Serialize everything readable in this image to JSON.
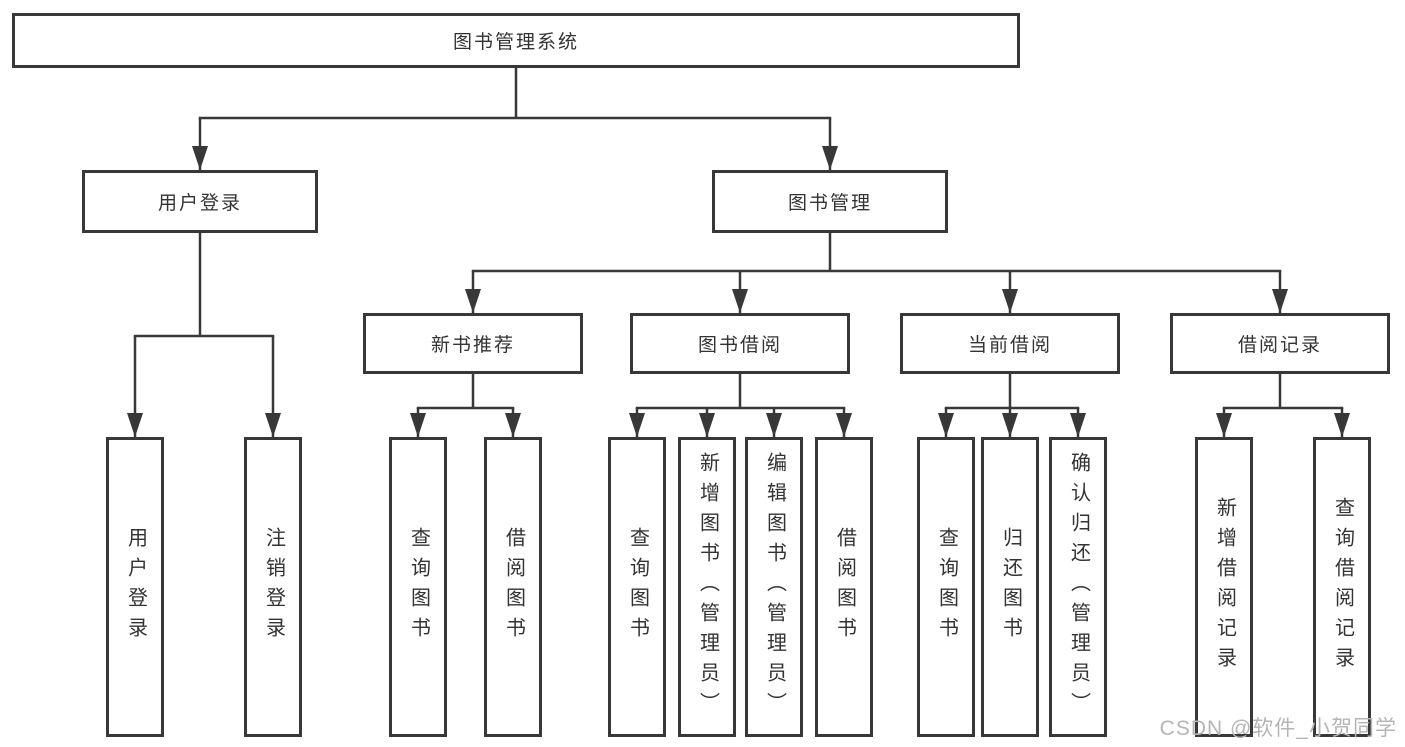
{
  "diagram": {
    "root": {
      "label": "图书管理系统"
    },
    "level2": [
      {
        "label": "用户登录"
      },
      {
        "label": "图书管理"
      }
    ],
    "level3": [
      {
        "label": "新书推荐"
      },
      {
        "label": "图书借阅"
      },
      {
        "label": "当前借阅"
      },
      {
        "label": "借阅记录"
      }
    ],
    "leaves": {
      "user_login": [
        "用户登录",
        "注销登录"
      ],
      "new_books": [
        "查询图书",
        "借阅图书"
      ],
      "book_borrow": [
        "查询图书",
        "新增图书（管理员）",
        "编辑图书（管理员）",
        "借阅图书"
      ],
      "current_borrow": [
        "查询图书",
        "归还图书",
        "确认归还（管理员）"
      ],
      "borrow_records": [
        "新增借阅记录",
        "查询借阅记录"
      ]
    }
  },
  "watermark": "CSDN @软件_小贺同学",
  "colors": {
    "line": "#383838",
    "box_border": "#383838",
    "text": "#333333",
    "background": "#ffffff",
    "watermark": "#b5b5b5"
  }
}
